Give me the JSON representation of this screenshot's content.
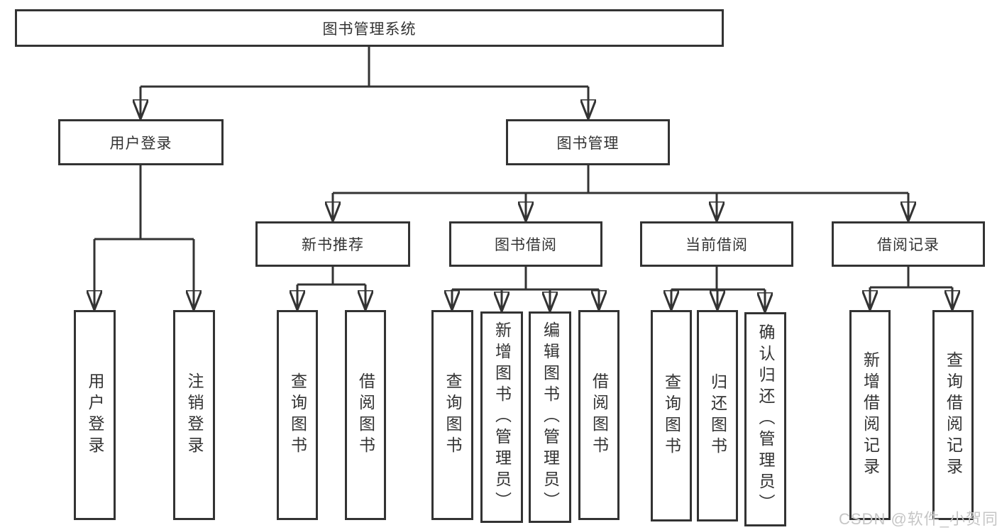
{
  "diagram": {
    "root": {
      "label": "图书管理系统"
    },
    "branches": [
      {
        "label": "用户登录",
        "children": [
          {
            "label": "用户登录"
          },
          {
            "label": "注销登录"
          }
        ]
      },
      {
        "label": "图书管理",
        "children": [
          {
            "label": "新书推荐",
            "children": [
              {
                "label": "查询图书"
              },
              {
                "label": "借阅图书"
              }
            ]
          },
          {
            "label": "图书借阅",
            "children": [
              {
                "label": "查询图书"
              },
              {
                "label": "新增图书（管理员）"
              },
              {
                "label": "编辑图书（管理员）"
              },
              {
                "label": "借阅图书"
              }
            ]
          },
          {
            "label": "当前借阅",
            "children": [
              {
                "label": "查询图书"
              },
              {
                "label": "归还图书"
              },
              {
                "label": "确认归还（管理员）"
              }
            ]
          },
          {
            "label": "借阅记录",
            "children": [
              {
                "label": "新增借阅记录"
              },
              {
                "label": "查询借阅记录"
              }
            ]
          }
        ]
      }
    ]
  },
  "watermark": {
    "text": "CSDN @软件_小贺同学"
  },
  "colors": {
    "line": "#333333",
    "text": "#333333",
    "watermark": "#c6c6c6",
    "background": "#ffffff"
  }
}
